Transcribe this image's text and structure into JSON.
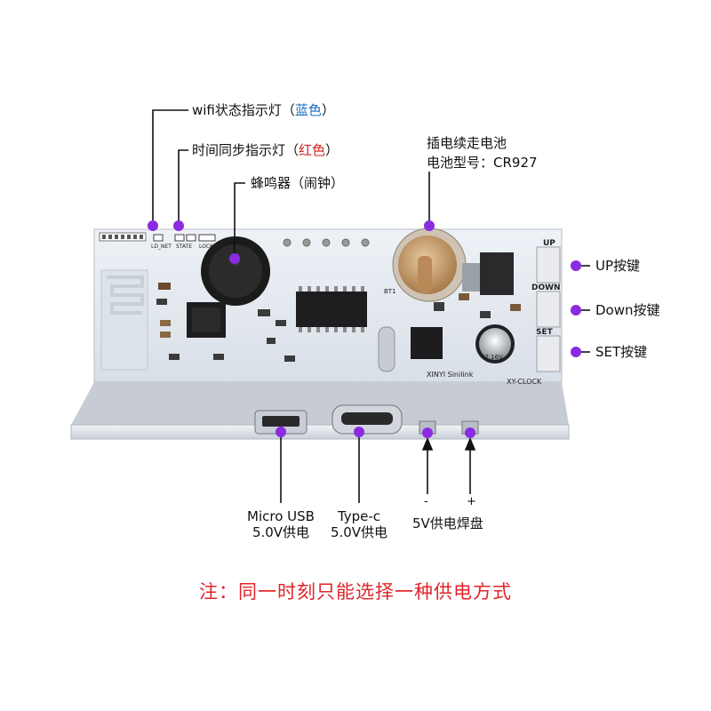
{
  "labels": {
    "wifi": {
      "text": "wifi状态指示灯（",
      "color_word": "蓝色",
      "close": "）"
    },
    "sync": {
      "text": "时间同步指示灯（",
      "color_word": "红色",
      "close": "）"
    },
    "buzzer": "蜂鸣器（闹钟）",
    "battery_line1": "插电续走电池",
    "battery_line2": "电池型号：CR927",
    "up": "UP按键",
    "down": "Down按键",
    "set": "SET按键",
    "micro_usb_line1": "Micro USB",
    "micro_usb_line2": "5.0V供电",
    "typec_line1": "Type-c",
    "typec_line2": "5.0V供电",
    "minus": "-",
    "plus": "+",
    "pads": "5V供电焊盘"
  },
  "note": "注：同一时刻只能选择一种供电方式",
  "silkscreen": {
    "led_net": "LD_NET",
    "state": "STATE",
    "lock": "LOCK",
    "up": "UP",
    "down": "DOWN",
    "set": "SET",
    "bt1": "BT1",
    "brand": "XINYI Sinilink",
    "model": "XY-CLOCK",
    "cap": "47 16V"
  },
  "colors": {
    "marker": "#8a2be2",
    "blue_text": "#1a6fc4",
    "red_text": "#d21f1f",
    "note": "#e0252b"
  }
}
